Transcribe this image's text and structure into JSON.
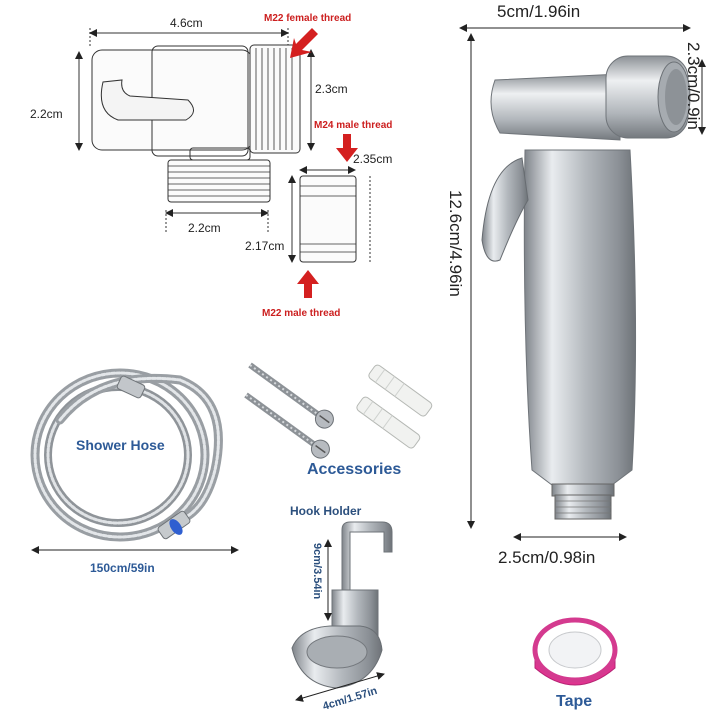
{
  "labels": {
    "adapter_width": "4.6cm",
    "adapter_height": "2.2cm",
    "female_thread": "M22 female thread",
    "adapter_depth": "2.3cm",
    "m24_thread": "M24 male thread",
    "connector_width": "2.35cm",
    "adapter_base": "2.2cm",
    "connector_height": "2.17cm",
    "m22_thread": "M22 male thread",
    "sprayer_width": "5cm/1.96in",
    "sprayer_head": "2.3cm/0.9in",
    "sprayer_length": "12.6cm/4.96in",
    "sprayer_base": "2.5cm/0.98in",
    "hose_name": "Shower Hose",
    "hose_length": "150cm/59in",
    "accessories": "Accessories",
    "hook_holder": "Hook Holder",
    "hook_height": "9cm/3.54in",
    "hook_width": "4cm/1.57in",
    "tape": "Tape"
  },
  "colors": {
    "red": "#cc1f1f",
    "blue_label": "#2d5a97",
    "steel": "#b9bdc2",
    "tape_magenta": "#e0338f"
  },
  "icons": [
    "adapter-drawing",
    "connector-drawing",
    "sprayer-photo",
    "hose-photo",
    "screw-icon",
    "anchor-icon",
    "hook-photo",
    "tape-roll"
  ]
}
